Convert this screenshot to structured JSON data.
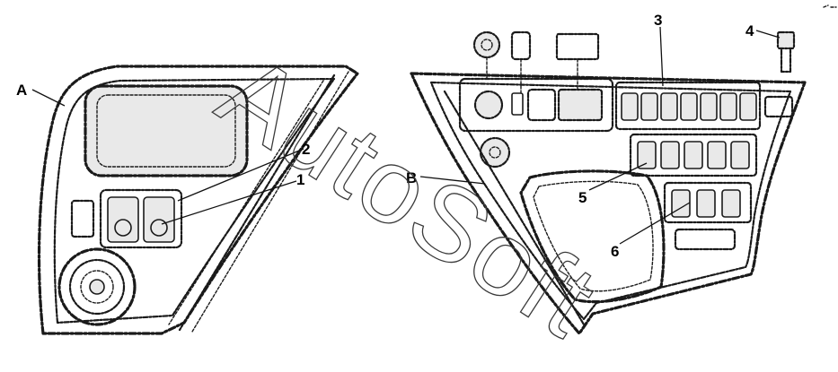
{
  "figure": {
    "callouts": {
      "a": "A",
      "b": "B",
      "one": "1",
      "two": "2",
      "three": "3",
      "four": "4",
      "five": "5",
      "six": "6"
    },
    "watermark": "AutoSoft",
    "line_color": "#1a1a1a",
    "background": "#ffffff"
  }
}
